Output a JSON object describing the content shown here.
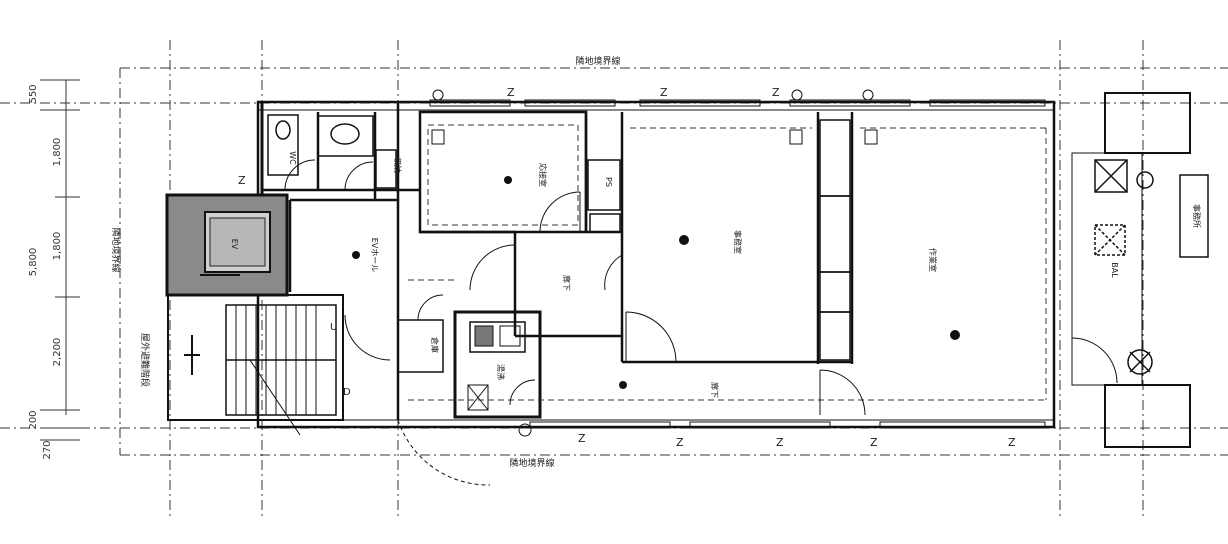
{
  "dimensions": {
    "top_offset": "550",
    "row1": "1,800",
    "row2": "1,800",
    "row3": "2,200",
    "total": "5,800",
    "bottom_offset": "200",
    "bottom_extra": "270"
  },
  "boundary_labels": {
    "top": "隣地境界線",
    "left": "隣地境界線",
    "bottom": "隣地境界線"
  },
  "rooms": {
    "wc": "WC",
    "ev": "EV",
    "ev_hall": "EVホール",
    "reception": "応接室",
    "office": "事務室",
    "workroom": "作業室",
    "corridor": "廊下",
    "corridor2": "廊下",
    "pantry": "湯沸",
    "storage": "倉庫",
    "closet": "収納",
    "ps": "PS",
    "bal": "BAL",
    "outdoor_stair": "屋外避難階段",
    "office_sign": "事務所"
  },
  "stair_marks": {
    "up": "U",
    "down": "D"
  },
  "z_marks": [
    "Z",
    "Z",
    "Z",
    "Z",
    "Z",
    "Z",
    "Z",
    "Z",
    "Z"
  ]
}
